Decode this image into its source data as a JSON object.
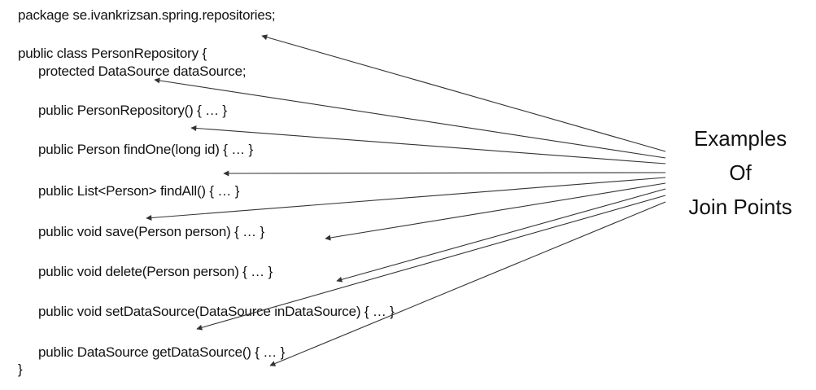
{
  "code": {
    "package": "package se.ivankrizsan.spring.repositories;",
    "class_decl": "public class PersonRepository {",
    "field": "protected DataSource dataSource;",
    "constructor": "public PersonRepository() { … }",
    "find_one": "public Person findOne(long id) { … }",
    "find_all": "public List<Person> findAll() { … }",
    "save": "public void save(Person person) { … }",
    "delete": "public void delete(Person person) { … }",
    "set_datasource": "public void setDataSource(DataSource inDataSource) { … }",
    "get_datasource": "public DataSource getDataSource() { … }",
    "closing_brace": "}"
  },
  "label": {
    "line1": "Examples",
    "line2": "Of",
    "line3": "Join Points"
  },
  "colors": {
    "text": "#111111",
    "arrow": "#333333"
  }
}
